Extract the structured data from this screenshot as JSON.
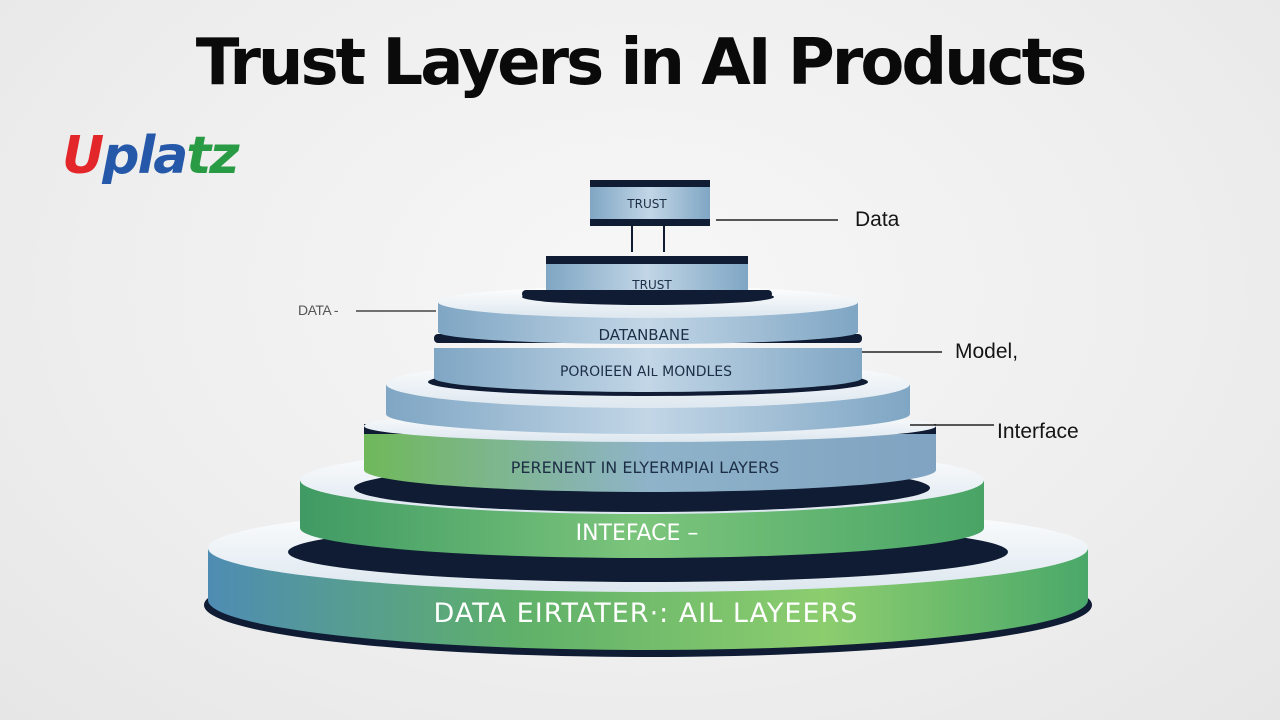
{
  "title": "Trust Layers in AI Products",
  "logo": {
    "part1": "U",
    "part2": "pla",
    "part3": "tz"
  },
  "tiers": [
    {
      "label": "TRUST"
    },
    {
      "label": "TRUST"
    },
    {
      "label": "DATANBANE"
    },
    {
      "label": "POROIEEN AIʟ MONDLES"
    },
    {
      "label": ""
    },
    {
      "label": "PERENENT IN ELYERMPIAI LAYERS"
    },
    {
      "label": "INTEFACE –"
    },
    {
      "label": "DATA EIRTATER·: AIL LAYEERS"
    }
  ],
  "side_labels": {
    "data": "Data",
    "data_small": "DATA -",
    "model": "Model,",
    "interface": "Interface"
  },
  "colors": {
    "blue_light": "#b6cde0",
    "blue_mid": "#7da6c4",
    "green": "#5aae6e",
    "navy": "#0f1c33"
  }
}
